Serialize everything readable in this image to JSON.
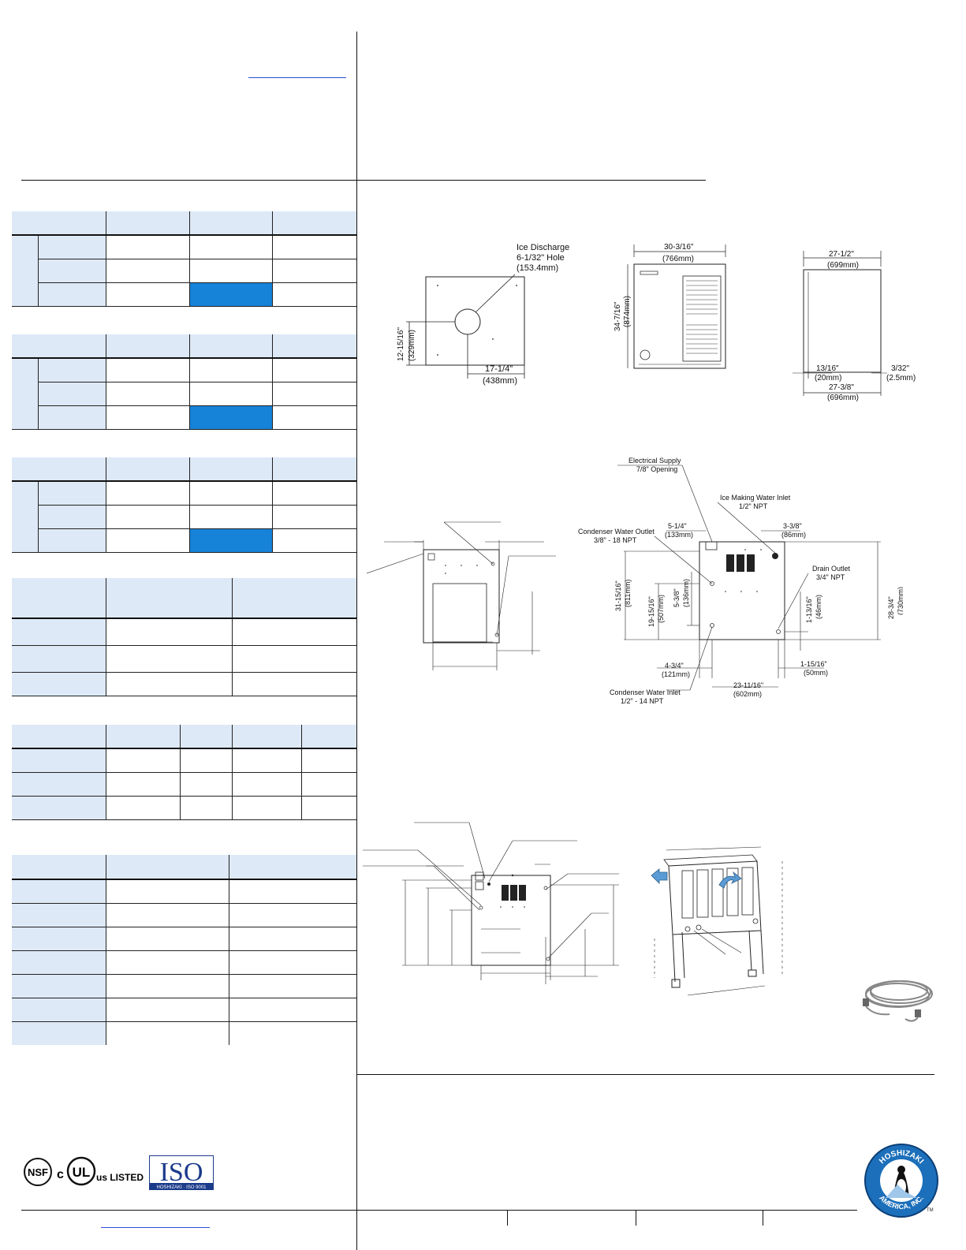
{
  "colors": {
    "accent_blue": "#1682d8",
    "table_tint": "#dde9f7"
  },
  "top_view": {
    "discharge_label": "Ice Discharge",
    "discharge_size": "6-1/32\" Hole",
    "discharge_mm": "(153.4mm)",
    "depth": "12-15/16\"",
    "depth_mm": "(329mm)",
    "width": "17-1/4\"",
    "width_mm": "(438mm)"
  },
  "front_view": {
    "width": "30-3/16\"",
    "width_mm": "(766mm)",
    "height": "34-7/16\"",
    "height_mm": "(874mm)"
  },
  "side_view": {
    "top_width": "27-1/2\"",
    "top_width_mm": "(699mm)",
    "left_offset": "13/16\"",
    "left_offset_mm": "(20mm)",
    "right_offset": "3/32\"",
    "right_offset_mm": "(2.5mm)",
    "bottom_width": "27-3/8\"",
    "bottom_width_mm": "(696mm)"
  },
  "rear_view": {
    "electrical_label": "Electrical Supply",
    "electrical_size": "7/8\" Opening",
    "water_inlet_label": "Ice Making Water Inlet",
    "water_inlet_size": "1/2\" NPT",
    "cond_outlet_label": "Condenser Water Outlet",
    "cond_outlet_size": "3/8\" - 18 NPT",
    "left_top": "5-1/4\"",
    "left_top_mm": "(133mm)",
    "right_top": "3-3/8\"",
    "right_top_mm": "(86mm)",
    "drain_label": "Drain Outlet",
    "drain_size": "3/4\" NPT",
    "h1": "31-15/16\"",
    "h1_mm": "(811mm)",
    "h2": "19-15/16\"",
    "h2_mm": "(507mm)",
    "h3": "5-3/8\"",
    "h3_mm": "(136mm)",
    "h4": "1-13/16\"",
    "h4_mm": "(46mm)",
    "h5": "28-3/4\"",
    "h5_mm": "(730mm)",
    "b1": "4-3/4\"",
    "b1_mm": "(121mm)",
    "b2": "1-15/16\"",
    "b2_mm": "(50mm)",
    "b3": "23-11/16\"",
    "b3_mm": "(602mm)",
    "cond_inlet_label": "Condenser Water Inlet",
    "cond_inlet_size": "1/2\" - 14 NPT"
  },
  "certifications": {
    "nsf": "NSF",
    "c": "c",
    "ul": "UL",
    "us_listed": "us LISTED",
    "iso": "ISO",
    "iso_sub": "HOSHIZAKI · ISO 9001"
  },
  "brand_logo": {
    "top_text": "HOSHIZAKI",
    "bottom_text": "AMERICA, INC.",
    "tm": "TM"
  }
}
